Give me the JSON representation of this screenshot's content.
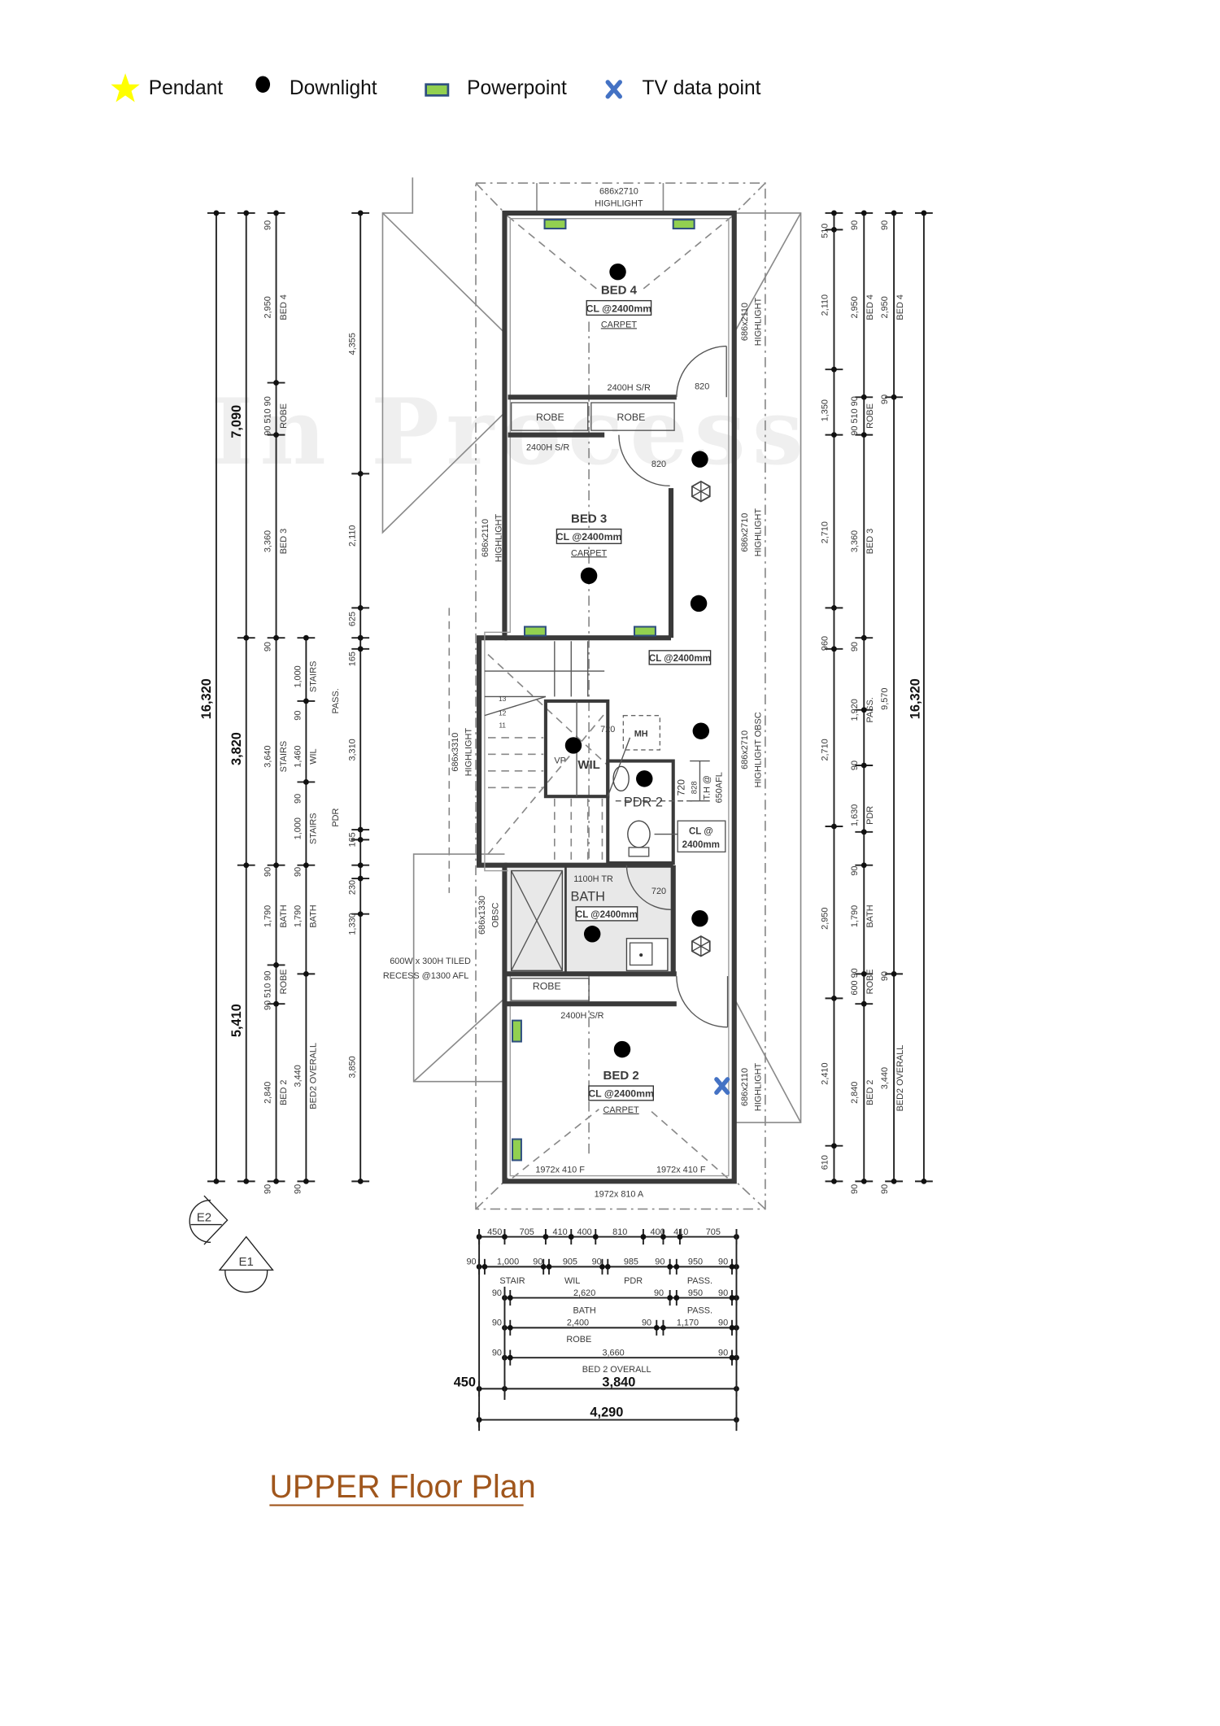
{
  "legend": [
    {
      "label": "Pendant",
      "icon": "star-icon",
      "color": "#ffff00"
    },
    {
      "label": "Downlight",
      "icon": "dot-icon",
      "color": "#000000"
    },
    {
      "label": "Powerpoint",
      "icon": "powerpoint-icon",
      "color": "#92d050"
    },
    {
      "label": "TV data point",
      "icon": "x-icon",
      "color": "#4472c4"
    }
  ],
  "watermark": "In Process",
  "title": "UPPER Floor Plan",
  "plan_labels": {
    "top_window_size": "686x2710",
    "top_window_type": "HIGHLIGHT",
    "bed4_name": "BED 4",
    "bed4_ceiling": "CL @2400mm",
    "bed4_floor": "CARPET",
    "bed4_window_size": "686x2110",
    "bed4_window_type": "HIGHLIGHT",
    "bed4_sr": "2400H S/R",
    "door_820a": "820",
    "robe1": "ROBE",
    "robe2": "ROBE",
    "bed3_sr": "2400H S/R",
    "door_820b": "820",
    "bed3_name": "BED 3",
    "bed3_ceiling": "CL @2400mm",
    "bed3_floor": "CARPET",
    "bed3_window_size": "686x2110",
    "bed3_window_type": "HIGHLIGHT",
    "hall_window_size": "686x2710",
    "hall_window_type": "HIGHLIGHT",
    "hall_ceiling": "CL @2400mm",
    "stairs_window_size": "686x3310",
    "stairs_window_type": "HIGHLIGHT",
    "pass_window_size": "686x2710",
    "pass_window_type": "HIGHLIGHT OBSC",
    "stairs_13": "13",
    "stairs_12": "12",
    "stairs_11": "11",
    "wil_door": "720",
    "mh": "MH",
    "vp": "VP",
    "wil": "WIL",
    "pdr2": "PDR 2",
    "pdr_door": "720",
    "pdr_dim": "828",
    "pdr_th1": "T.H @",
    "pdr_th2": "650AFL",
    "pdr_ceiling1": "CL @",
    "pdr_ceiling2": "2400mm",
    "bath_tr": "1100H TR",
    "bath": "BATH",
    "bath_ceiling": "CL @2400mm",
    "bath_door": "720",
    "bath_window_size": "686x1330",
    "bath_window_type": "OBSC",
    "recess1": "600W x 300H TILED",
    "recess2": "RECESS @1300 AFL",
    "robe3": "ROBE",
    "bed2_sr": "2400H S/R",
    "bed2_name": "BED 2",
    "bed2_ceiling": "CL @2400mm",
    "bed2_floor": "CARPET",
    "bed2_window_size": "686x2110",
    "bed2_window_type": "HIGHLIGHT",
    "win_f1": "1972x 410 F",
    "win_f2": "1972x 410 F",
    "win_a": "1972x 810 A",
    "elev_e2": "E2",
    "elev_e1": "E1"
  },
  "dimensions": {
    "left": [
      "16,320",
      "7,090",
      "3,820",
      "5,410",
      "90",
      "2,950",
      "BED 4",
      "90 510 90",
      "ROBE",
      "3,360",
      "BED 3",
      "90",
      "3,640",
      "STAIRS",
      "90",
      "1,790",
      "BATH",
      "90 510 90",
      "ROBE",
      "2,840",
      "BED 2",
      "90",
      "1,000",
      "STAIRS",
      "90",
      "1,460",
      "WIL",
      "90",
      "1,000",
      "STAIRS",
      "90",
      "1,790",
      "BATH",
      "3,440",
      "BED2 OVERALL",
      "90",
      "4,355",
      "2,110",
      "625",
      "165",
      "PASS.",
      "3,310",
      "PDR",
      "165",
      "230",
      "1,330",
      "3,850"
    ],
    "right": [
      "510",
      "2,110",
      "1,350",
      "2,710",
      "960",
      "2,710",
      "2,950",
      "2,410",
      "610",
      "90",
      "2,950",
      "BED 4",
      "90 510 90",
      "ROBE",
      "3,360",
      "BED 3",
      "90",
      "1,920",
      "PASS.",
      "90",
      "1,630",
      "PDR",
      "90",
      "1,790",
      "BATH",
      "600 90",
      "ROBE",
      "2,840",
      "BED 2",
      "90",
      "90",
      "2,950",
      "BED 4",
      "90",
      "9,570",
      "90",
      "3,440",
      "BED2 OVERALL",
      "90",
      "16,320"
    ],
    "bottom": [
      "450",
      "705",
      "410",
      "400",
      "810",
      "400",
      "410",
      "705",
      "90",
      "1,000",
      "90",
      "905",
      "90",
      "985",
      "90",
      "950",
      "90",
      "STAIR",
      "WIL",
      "PDR",
      "PASS.",
      "90",
      "2,620",
      "90",
      "950",
      "90",
      "BATH",
      "PASS.",
      "90",
      "2,400",
      "90",
      "1,170",
      "90",
      "ROBE",
      "90",
      "3,660",
      "90",
      "BED 2 OVERALL",
      "450",
      "3,840",
      "4,290"
    ]
  }
}
